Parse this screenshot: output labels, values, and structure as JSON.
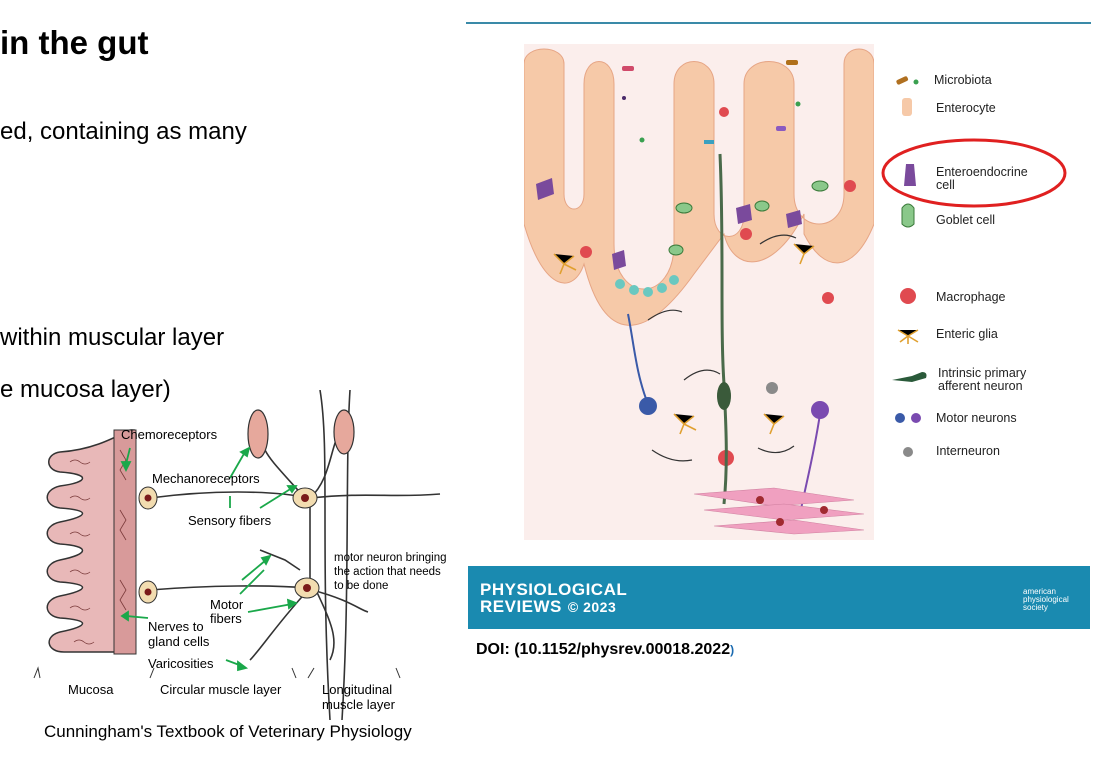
{
  "slide": {
    "title": "in the gut",
    "bullets": [
      "ed, containing as many",
      " within muscular layer",
      "e mucosa layer)"
    ]
  },
  "left_figure": {
    "labels": {
      "chemoreceptors": "Chemoreceptors",
      "mechanoreceptors": "Mechanoreceptors",
      "sensory_fibers": "Sensory fibers",
      "motor": "Motor",
      "fibers": "fibers",
      "nerves_to": "Nerves to",
      "gland_cells": "gland cells",
      "varicosities": "Varicosities",
      "mucosa": "Mucosa",
      "circular": "Circular muscle layer",
      "longitudinal_1": "Longitudinal",
      "longitudinal_2": "muscle layer"
    },
    "annotation": [
      "motor neuron bringing",
      "the action that needs",
      "to be done"
    ],
    "caption": "Cunningham's Textbook of Veterinary Physiology"
  },
  "right_figure": {
    "legend": {
      "microbiota": "Microbiota",
      "enterocyte": "Enterocyte",
      "enteroendocrine_1": "Enteroendocrine",
      "enteroendocrine_2": "cell",
      "goblet": "Goblet cell",
      "macrophage": "Macrophage",
      "glia": "Enteric glia",
      "ipan_1": "Intrinsic primary",
      "ipan_2": "afferent neuron",
      "motor": "Motor neurons",
      "interneuron": "Interneuron"
    },
    "highlight_color": "#e02020",
    "journal_line1": "PHYSIOLOGICAL",
    "journal_line2": "REVIEWS",
    "copyright": "© 2023",
    "society": [
      "american",
      "physiological",
      "society"
    ],
    "banner_color": "#1a8ab0",
    "doi": "DOI: (10.1152/physrev.00018.2022",
    "doi_close": ")"
  }
}
